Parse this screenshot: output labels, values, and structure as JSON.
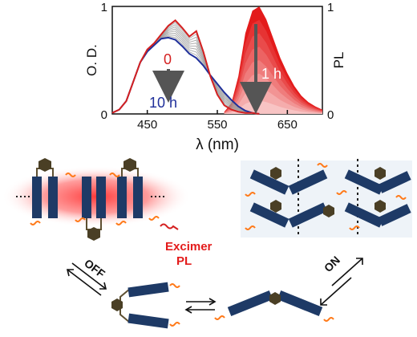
{
  "chart_data": {
    "type": "line",
    "xlabel": "λ (nm)",
    "ylabel_left": "O. D.",
    "ylabel_right": "PL",
    "xlim": [
      400,
      700
    ],
    "ylim": [
      0,
      1
    ],
    "x_ticks": [
      450,
      550,
      650
    ],
    "y_ticks_left": [
      0,
      1
    ],
    "y_ticks_right": [
      0,
      1
    ],
    "grid": false,
    "annotations": {
      "start": "0",
      "end": "10 h",
      "pl_time": "1 h"
    },
    "colors": {
      "absorbance_start": "#d42020",
      "absorbance_end": "#1f2f9a",
      "intermediate": "#9a9a9a",
      "pl_max": "#e31b1b",
      "pl_min": "#f8c4c4"
    },
    "absorbance_wavelengths": [
      400,
      410,
      420,
      430,
      440,
      450,
      460,
      470,
      480,
      490,
      500,
      510,
      520,
      530,
      540,
      550,
      560,
      570,
      580,
      590,
      600,
      610
    ],
    "series": [
      {
        "values": [
          0.01,
          0.04,
          0.12,
          0.3,
          0.48,
          0.6,
          0.66,
          0.74,
          0.82,
          0.87,
          0.8,
          0.72,
          0.77,
          0.58,
          0.35,
          0.18,
          0.08,
          0.04,
          0.02,
          0.01,
          0.01,
          0.0
        ]
      },
      {
        "values": [
          0.01,
          0.04,
          0.12,
          0.3,
          0.48,
          0.58,
          0.64,
          0.7,
          0.71,
          0.69,
          0.63,
          0.56,
          0.52,
          0.45,
          0.36,
          0.28,
          0.2,
          0.13,
          0.07,
          0.03,
          0.01,
          0.0
        ]
      }
    ],
    "pl_wavelengths": [
      560,
      570,
      580,
      590,
      600,
      610,
      620,
      630,
      640,
      650,
      660,
      670,
      680,
      690,
      700
    ],
    "pl_peak": [
      0.02,
      0.1,
      0.35,
      0.75,
      0.96,
      1.0,
      0.88,
      0.7,
      0.52,
      0.38,
      0.26,
      0.17,
      0.11,
      0.07,
      0.04
    ]
  },
  "scheme": {
    "excimer_label_line1": "Excimer",
    "excimer_label_line2": "PL",
    "off_label": "OFF",
    "on_label": "ON"
  }
}
